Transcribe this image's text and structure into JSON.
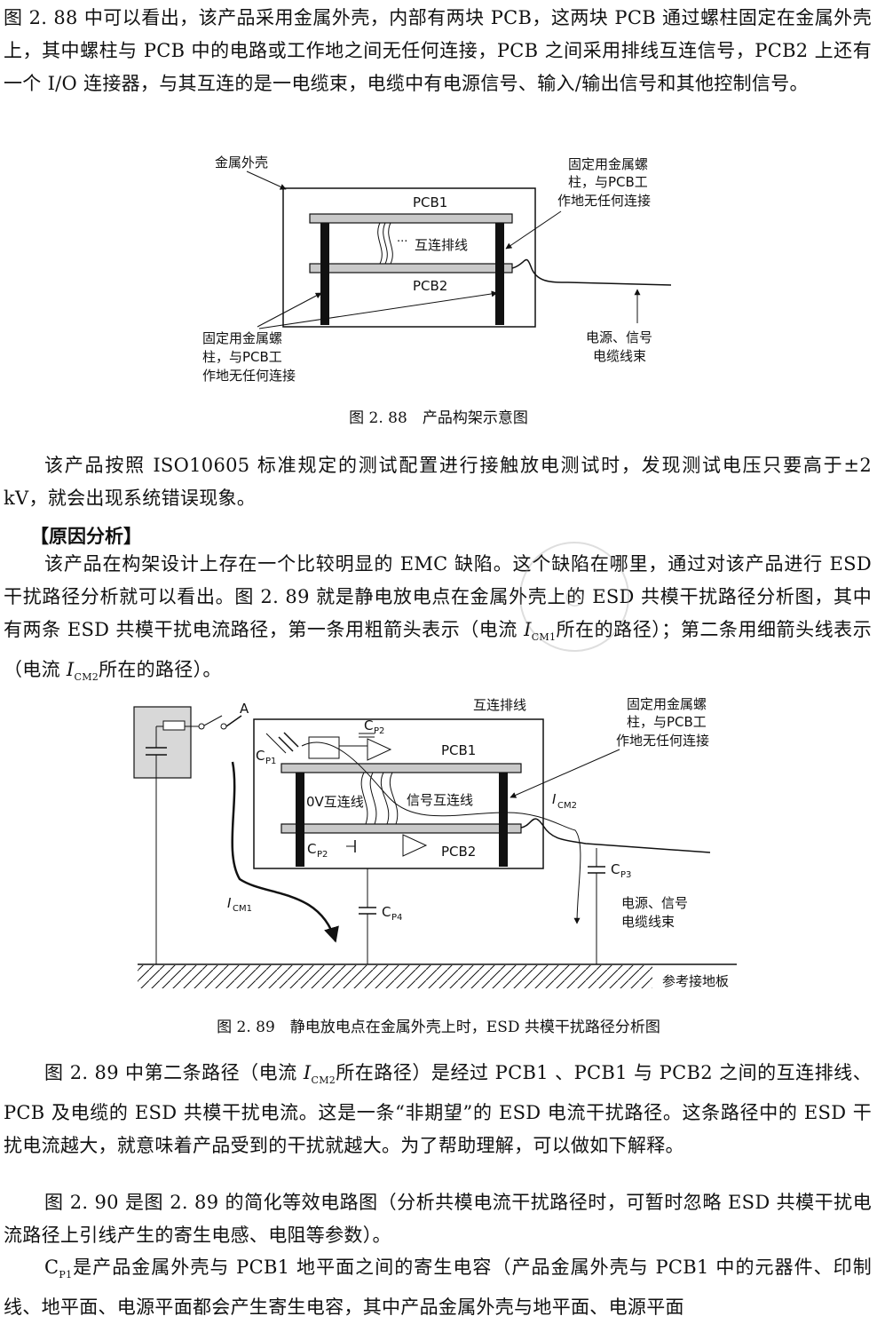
{
  "p1": "图 2. 88 中可以看出，该产品采用金属外壳，内部有两块 PCB，这两块 PCB 通过螺柱固定在金属外壳上，其中螺柱与 PCB 中的电路或工作地之间无任何连接，PCB 之间采用排线互连信号，PCB2 上还有一个 I/O 连接器，与其互连的是一电缆束，电缆中有电源信号、输入/输出信号和其他控制信号。",
  "fig1": {
    "shell": "金属外壳",
    "pcb1": "PCB1",
    "pcb2": "PCB2",
    "ribbon": "互连排线",
    "dots": "···",
    "screw_tr": [
      "固定用金属螺",
      "柱，与PCB工",
      "作地无任何连接"
    ],
    "screw_bl": [
      "固定用金属螺",
      "柱，与PCB工",
      "作地无任何连接"
    ],
    "cable": [
      "电源、信号",
      "电缆线束"
    ],
    "caption": "图 2. 88　产品构架示意图"
  },
  "p2": "该产品按照 ISO10605 标准规定的测试配置进行接触放电测试时，发现测试电压只要高于±2 kV，就会出现系统错误现象。",
  "heading": "【原因分析】",
  "p3a": "该产品在构架设计上存在一个比较明显的 EMC 缺陷。这个缺陷在哪里，通过对该产品进行 ESD 干扰路径分析就可以看出。图 2. 89 就是静电放电点在金属外壳上的 ESD 共模干扰路径分析图，其中有两条 ESD 共模干扰电流路径，第一条用粗箭头表示（电流 ",
  "p3_i1": "I",
  "p3_s1": "CM1",
  "p3b": "所在的路径）；第二条用细箭头线表示（电流 ",
  "p3_i2": "I",
  "p3_s2": "CM2",
  "p3c": "所在的路径）。",
  "fig2": {
    "A": "A",
    "ribbon": "互连排线",
    "cp2_top": "P2",
    "cp1": "P1",
    "pcb1": "PCB1",
    "ov": "0V互连线",
    "sig": "信号互连线",
    "pcb2": "PCB2",
    "cp2_bot": "P2",
    "icm2": "CM2",
    "cp3": "P3",
    "icm1": "CM1",
    "cp4": "P4",
    "C": "C",
    "I": "I",
    "screw": [
      "固定用金属螺",
      "柱，与PCB工",
      "作地无任何连接"
    ],
    "cable": [
      "电源、信号",
      "电缆线束"
    ],
    "ground": "参考接地板",
    "caption": "图 2. 89　静电放电点在金属外壳上时，ESD 共模干扰路径分析图"
  },
  "p4a": "图 2. 89 中第二条路径（电流 ",
  "p4_i": "I",
  "p4_s": "CM2",
  "p4b": "所在路径）是经过 PCB1 、PCB1 与 PCB2 之间的互连排线、PCB 及电缆的 ESD 共模干扰电流。这是一条“非期望”的 ESD 电流干扰路径。这条路径中的 ESD 干扰电流越大，就意味着产品受到的干扰就越大。为了帮助理解，可以做如下解释。",
  "p5": "图 2. 90 是图 2. 89 的简化等效电路图（分析共模电流干扰路径时，可暂时忽略 ESD 共模干扰电流路径上引线产生的寄生电感、电阻等参数）。",
  "p6_c": "C",
  "p6_s": "P1",
  "p6b": "是产品金属外壳与 PCB1 地平面之间的寄生电容（产品金属外壳与 PCB1 中的元器件、印制线、地平面、电源平面都会产生寄生电容，其中产品金属外壳与地平面、电源平面"
}
